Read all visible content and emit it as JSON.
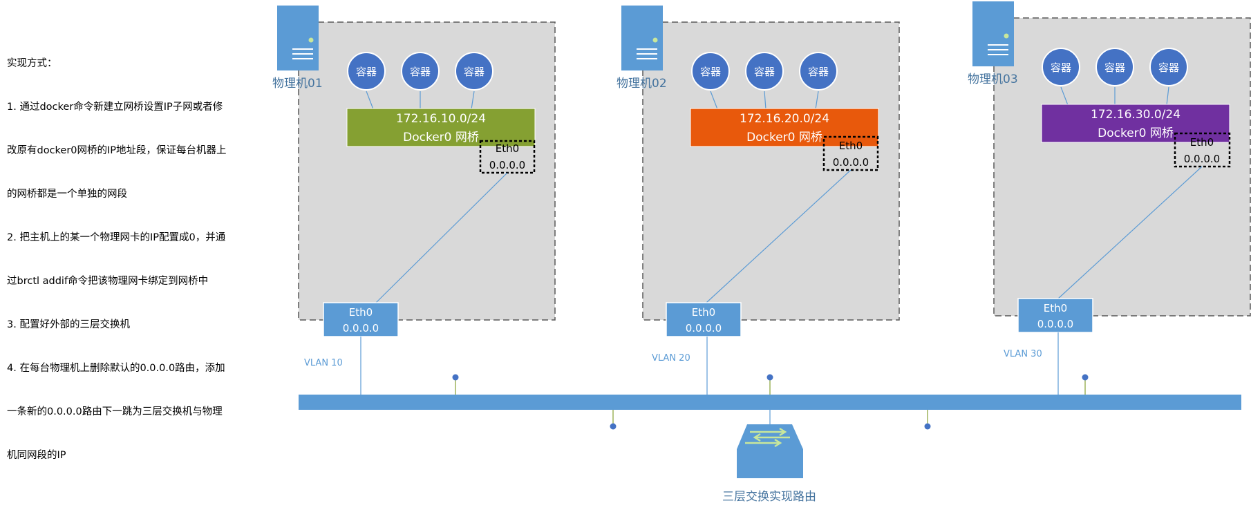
{
  "notes": {
    "heading": "实现方式：",
    "lines": [
      "1. 通过docker命令新建立网桥设置IP子网或者修",
      "改原有docker0网桥的IP地址段，保证每台机器上",
      "的网桥都是一个单独的网段",
      "2. 把主机上的某一个物理网卡的IP配置成0，并通",
      "过brctl addif命令把该物理网卡绑定到网桥中",
      "3. 配置好外部的三层交换机",
      "4. 在每台物理机上删除默认的0.0.0.0路由，添加",
      "一条新的0.0.0.0路由下一跳为三层交换机与物理",
      "机同网段的IP"
    ]
  },
  "hosts": [
    {
      "name": "物理机01",
      "container_label": "容器",
      "bridge_subnet": "172.16.10.0/24",
      "bridge_name": "Docker0 网桥",
      "bridge_color": "#85a032",
      "inner_eth_name": "Eth0",
      "inner_eth_ip": "0.0.0.0",
      "outer_eth_name": "Eth0",
      "outer_eth_ip": "0.0.0.0",
      "vlan": "VLAN 10"
    },
    {
      "name": "物理机02",
      "container_label": "容器",
      "bridge_subnet": "172.16.20.0/24",
      "bridge_name": "Docker0 网桥",
      "bridge_color": "#e8590c",
      "inner_eth_name": "Eth0",
      "inner_eth_ip": "0.0.0.0",
      "outer_eth_name": "Eth0",
      "outer_eth_ip": "0.0.0.0",
      "vlan": "VLAN 20"
    },
    {
      "name": "物理机03",
      "container_label": "容器",
      "bridge_subnet": "172.16.30.0/24",
      "bridge_name": "Docker0 网桥",
      "bridge_color": "#7030a0",
      "inner_eth_name": "Eth0",
      "inner_eth_ip": "0.0.0.0",
      "outer_eth_name": "Eth0",
      "outer_eth_ip": "0.0.0.0",
      "vlan": "VLAN 30"
    }
  ],
  "switch": {
    "label": "三层交换实现路由",
    "icon": "layer3-switch-icon"
  },
  "colors": {
    "accent_blue": "#5b9bd5",
    "container_blue": "#4472c4",
    "host_box_fill": "#d9d9d9",
    "label_blue": "#44739e"
  }
}
